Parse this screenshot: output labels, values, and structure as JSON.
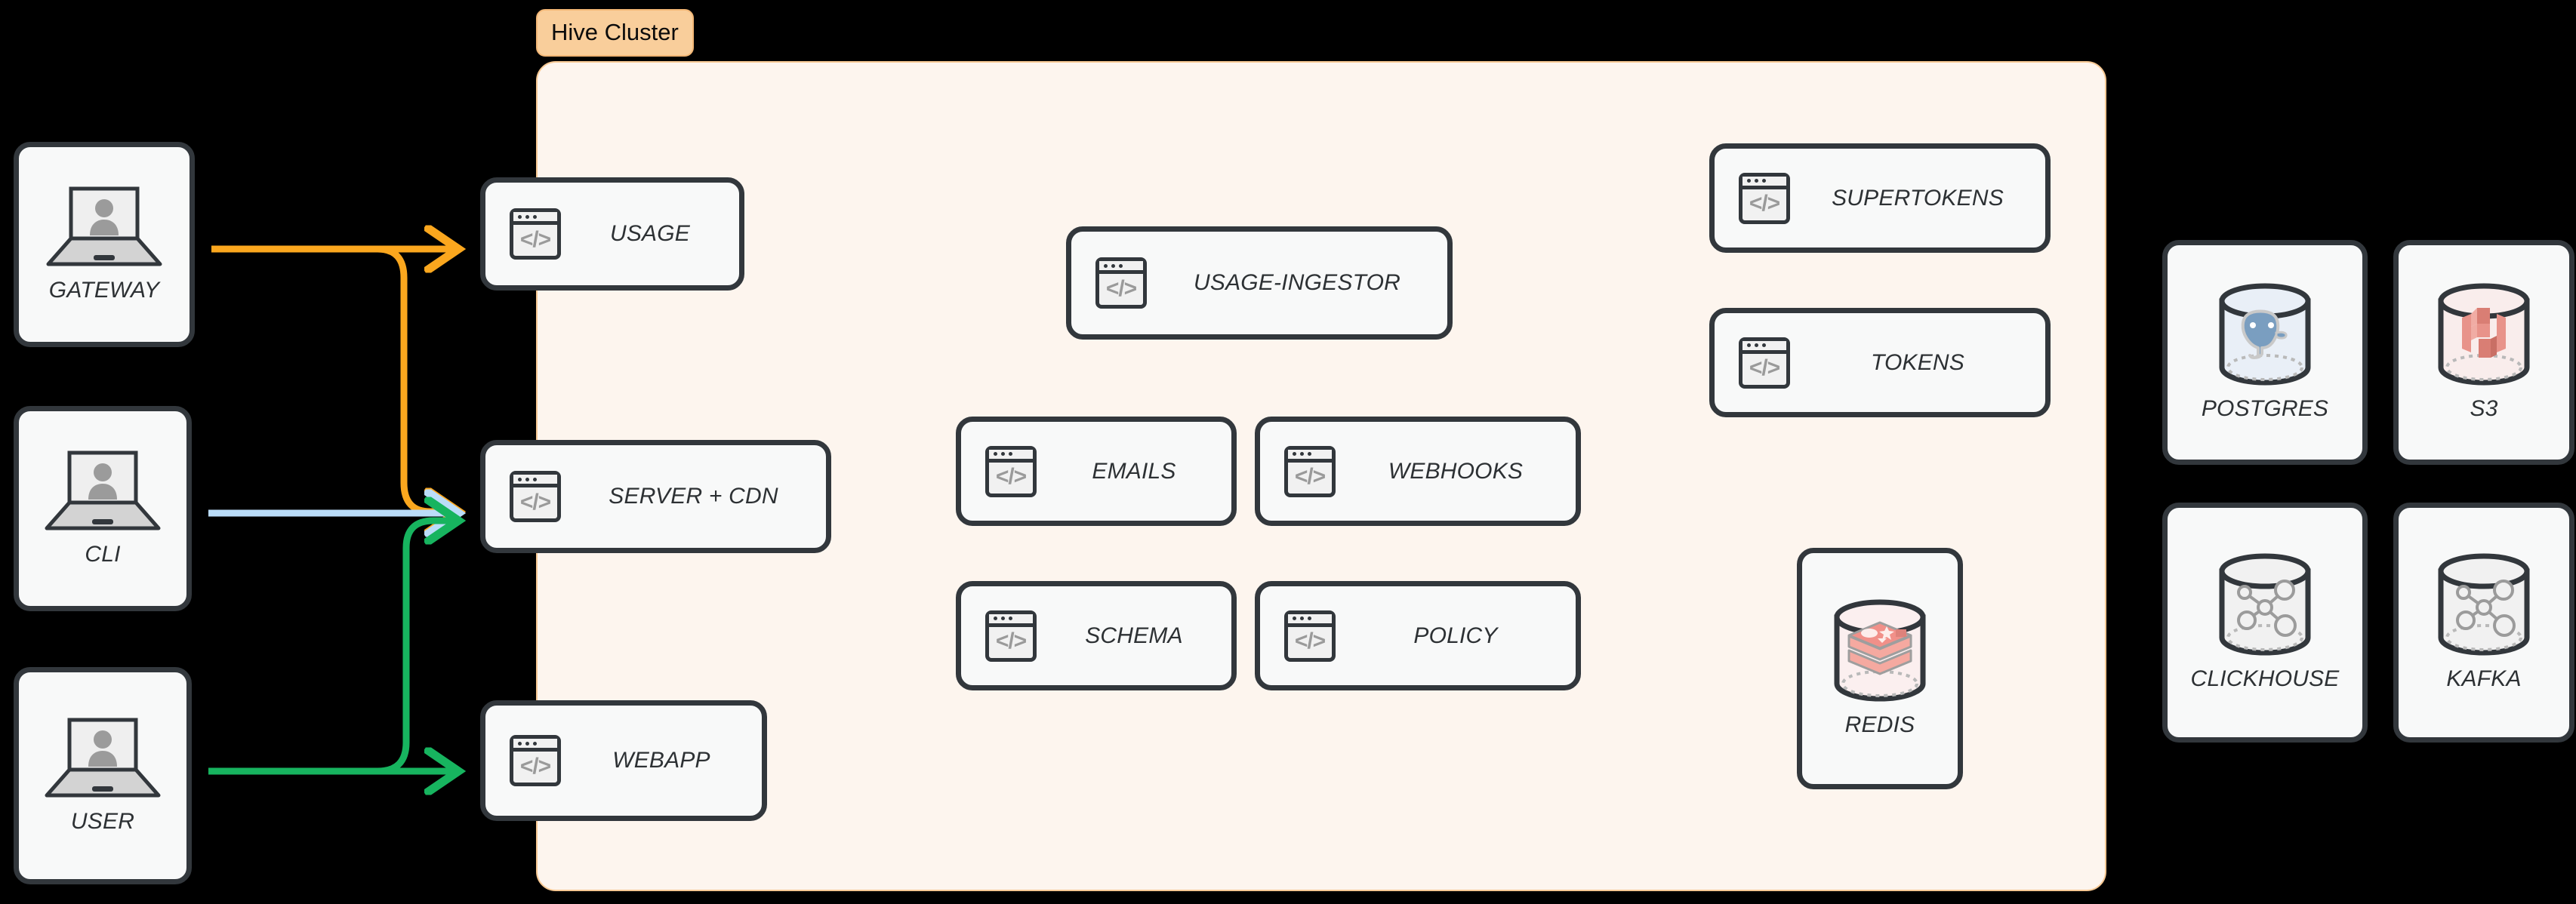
{
  "colors": {
    "background": "#000000",
    "cluster_fill": "#FDF5EE",
    "cluster_border": "#F7C893",
    "badge_fill": "#F9CE9B",
    "node_fill": "#F8F9F9",
    "node_border": "#32373C",
    "arrow_gateway": "#FBA71E",
    "arrow_cli": "#BBDDF9",
    "arrow_user": "#17B45F",
    "icon_gray": "#9a9a9a",
    "postgres_blue": "#7A9EC0",
    "s3_red": "#E8938A",
    "redis_pink": "#F5A9A0"
  },
  "cluster": {
    "badge_label": "Hive Cluster"
  },
  "actors": [
    {
      "id": "gateway",
      "label": "GATEWAY",
      "icon": "laptop-user-icon"
    },
    {
      "id": "cli",
      "label": "CLI",
      "icon": "laptop-user-icon"
    },
    {
      "id": "user",
      "label": "USER",
      "icon": "laptop-user-icon"
    }
  ],
  "edge_services": [
    {
      "id": "usage",
      "label": "USAGE",
      "icon": "code-window-icon",
      "glyph": "</>"
    },
    {
      "id": "server-cdn",
      "label": "SERVER + CDN",
      "icon": "code-window-icon",
      "glyph": "</>"
    },
    {
      "id": "webapp",
      "label": "WEBAPP",
      "icon": "code-window-icon",
      "glyph": "</>"
    }
  ],
  "cluster_services": [
    {
      "id": "usage-ingestor",
      "label": "USAGE-INGESTOR",
      "icon": "code-window-icon",
      "glyph": "</>"
    },
    {
      "id": "emails",
      "label": "EMAILS",
      "icon": "code-window-icon",
      "glyph": "</>"
    },
    {
      "id": "webhooks",
      "label": "WEBHOOKS",
      "icon": "code-window-icon",
      "glyph": "</>"
    },
    {
      "id": "schema",
      "label": "SCHEMA",
      "icon": "code-window-icon",
      "glyph": "</>"
    },
    {
      "id": "policy",
      "label": "POLICY",
      "icon": "code-window-icon",
      "glyph": "</>"
    },
    {
      "id": "supertokens",
      "label": "SUPERTOKENS",
      "icon": "code-window-icon",
      "glyph": "</>"
    },
    {
      "id": "tokens",
      "label": "TOKENS",
      "icon": "code-window-icon",
      "glyph": "</>"
    }
  ],
  "cluster_datastores": [
    {
      "id": "redis",
      "label": "REDIS",
      "icon": "redis-cylinder-icon"
    }
  ],
  "external_datastores": [
    {
      "id": "postgres",
      "label": "POSTGRES",
      "icon": "postgres-cylinder-icon"
    },
    {
      "id": "s3",
      "label": "S3",
      "icon": "s3-cylinder-icon"
    },
    {
      "id": "clickhouse",
      "label": "CLICKHOUSE",
      "icon": "graph-cylinder-icon"
    },
    {
      "id": "kafka",
      "label": "KAFKA",
      "icon": "graph-cylinder-icon"
    }
  ],
  "connections": [
    {
      "id": "gateway-usage",
      "from": "GATEWAY",
      "to": "USAGE",
      "color": "#FBA71E"
    },
    {
      "id": "gateway-server-cdn",
      "from": "GATEWAY",
      "to": "SERVER + CDN",
      "color": "#FBA71E"
    },
    {
      "id": "cli-server-cdn",
      "from": "CLI",
      "to": "SERVER + CDN",
      "color": "#BBDDF9"
    },
    {
      "id": "user-server-cdn",
      "from": "USER",
      "to": "SERVER + CDN",
      "color": "#17B45F"
    },
    {
      "id": "user-webapp",
      "from": "USER",
      "to": "WEBAPP",
      "color": "#17B45F"
    }
  ]
}
